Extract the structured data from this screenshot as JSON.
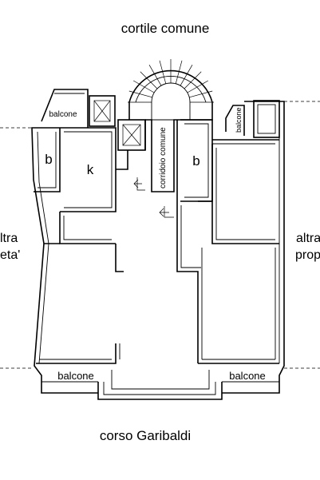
{
  "labels": {
    "top": "cortile comune",
    "bottom": "corso Garibaldi",
    "left_side_line1": "ltra",
    "left_side_line2": "eta'",
    "right_side_line1": "altra",
    "right_side_line2": "prop",
    "corridor": "corridoio comune",
    "balcony_top_left": "balcone",
    "balcony_top_right": "balcone",
    "balcony_bottom_left": "balcone",
    "balcony_bottom_right": "balcone",
    "bath_left": "b",
    "kitchen": "k",
    "bath_right": "b"
  }
}
